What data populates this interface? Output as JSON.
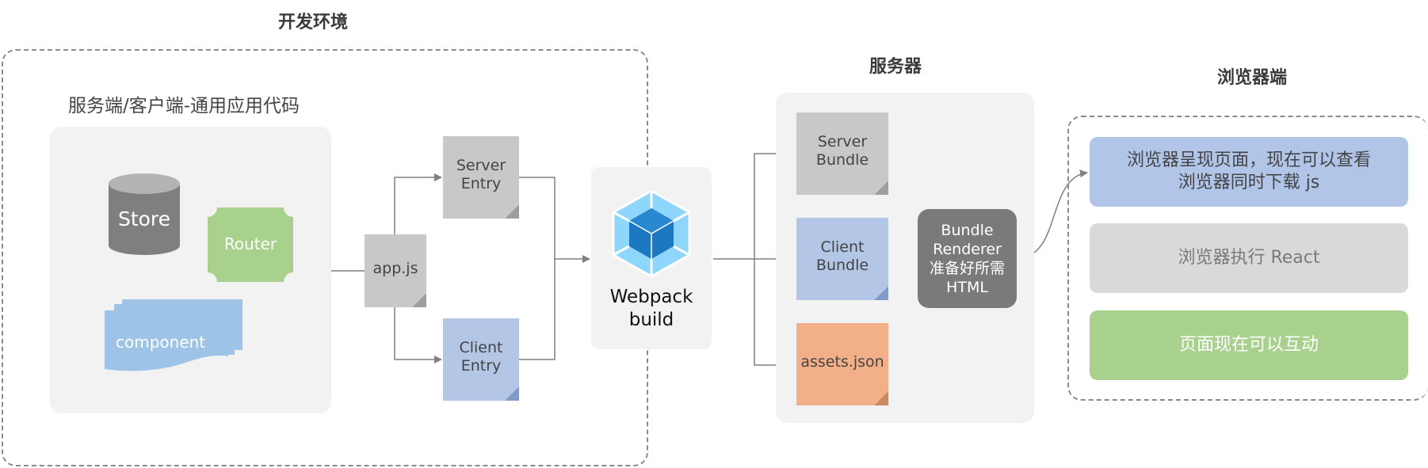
{
  "sections": {
    "dev": {
      "title": "开发环境",
      "subtitle": "服务端/客户端-通用应用代码"
    },
    "server": {
      "title": "服务器"
    },
    "browser": {
      "title": "浏览器端"
    }
  },
  "dev_components": {
    "store": "Store",
    "router": "Router",
    "component": "component"
  },
  "dev_files": {
    "app": "app.js",
    "server_entry": [
      "Server",
      "Entry"
    ],
    "client_entry": [
      "Client",
      "Entry"
    ]
  },
  "webpack": {
    "label": [
      "Webpack",
      "build"
    ]
  },
  "server_files": {
    "server_bundle": [
      "Server",
      "Bundle"
    ],
    "client_bundle": [
      "Client",
      "Bundle"
    ],
    "assets": "assets.json"
  },
  "renderer": {
    "label": [
      "Bundle",
      "Renderer",
      "准备好所需",
      "HTML"
    ]
  },
  "browser_steps": [
    {
      "lines": [
        "浏览器呈现页面，现在可以查看",
        "浏览器同时下载 js"
      ],
      "color": "#b0c5e7",
      "text_color": "#444444"
    },
    {
      "lines": [
        "浏览器执行 React"
      ],
      "color": "#d9d9d9",
      "text_color": "#7a7a7a"
    },
    {
      "lines": [
        "页面现在可以互动"
      ],
      "color": "#a9d18e",
      "text_color": "#ffffff"
    }
  ],
  "colors": {
    "store": "#7f7f7f",
    "router": "#a9d18e",
    "component": "#9dc3e6",
    "renderer": "#7a7a7a",
    "arrow": "#808080",
    "webpack_outer": "#8ed6fb",
    "webpack_inner": "#1c78c0"
  }
}
